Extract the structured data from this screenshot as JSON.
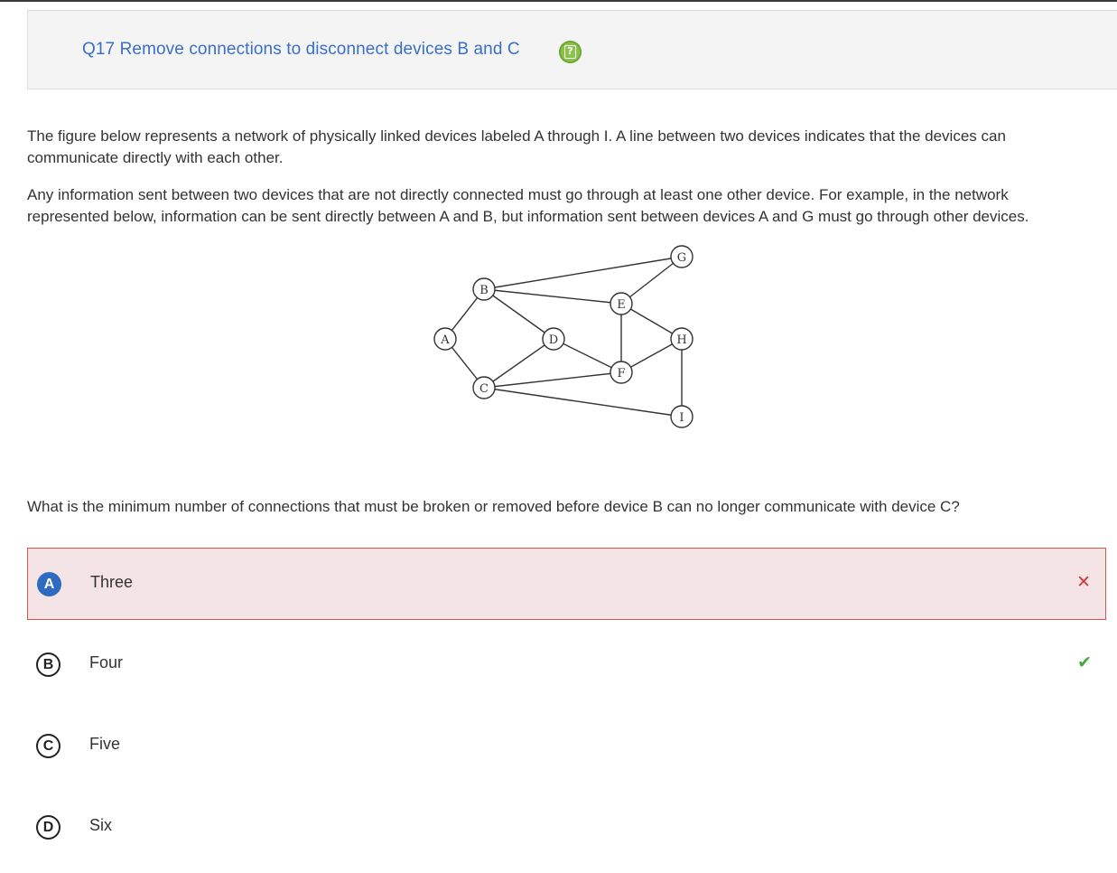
{
  "question": {
    "title": "Q17 Remove connections to disconnect devices B and C",
    "help_icon": "help-card-icon",
    "paragraph_1": "The figure below represents a network of physically linked devices labeled A through I. A line between two devices indicates that the devices can communicate directly with each other.",
    "paragraph_2": "Any information sent between two devices that are not directly connected must go through at least one other device. For example, in the network represented below, information can be sent directly between A and B, but information sent between devices A and G must go through other devices.",
    "prompt": "What is the minimum number of connections that must be broken or removed before device B can no longer communicate with device C?"
  },
  "network": {
    "nodes": [
      "A",
      "B",
      "C",
      "D",
      "E",
      "F",
      "G",
      "H",
      "I"
    ],
    "edges": [
      [
        "A",
        "B"
      ],
      [
        "A",
        "C"
      ],
      [
        "B",
        "D"
      ],
      [
        "B",
        "E"
      ],
      [
        "B",
        "G"
      ],
      [
        "C",
        "D"
      ],
      [
        "C",
        "F"
      ],
      [
        "C",
        "I"
      ],
      [
        "D",
        "F"
      ],
      [
        "E",
        "F"
      ],
      [
        "E",
        "H"
      ],
      [
        "E",
        "G"
      ],
      [
        "F",
        "H"
      ],
      [
        "H",
        "I"
      ]
    ]
  },
  "choices": [
    {
      "letter": "A",
      "label": "Three",
      "selected": true,
      "status": "incorrect",
      "status_icon": "x-icon"
    },
    {
      "letter": "B",
      "label": "Four",
      "selected": false,
      "status": "correct",
      "status_icon": "check-icon"
    },
    {
      "letter": "C",
      "label": "Five",
      "selected": false,
      "status": "",
      "status_icon": ""
    },
    {
      "letter": "D",
      "label": "Six",
      "selected": false,
      "status": "",
      "status_icon": ""
    }
  ],
  "colors": {
    "title": "#3a6fc4",
    "selected_letter": "#2d6cc0",
    "incorrect_bg": "#f5e4e5",
    "incorrect_border": "#d9534f",
    "incorrect_mark": "#cf3b3b",
    "correct_mark": "#4aa843",
    "badge": "#8bc34a"
  }
}
